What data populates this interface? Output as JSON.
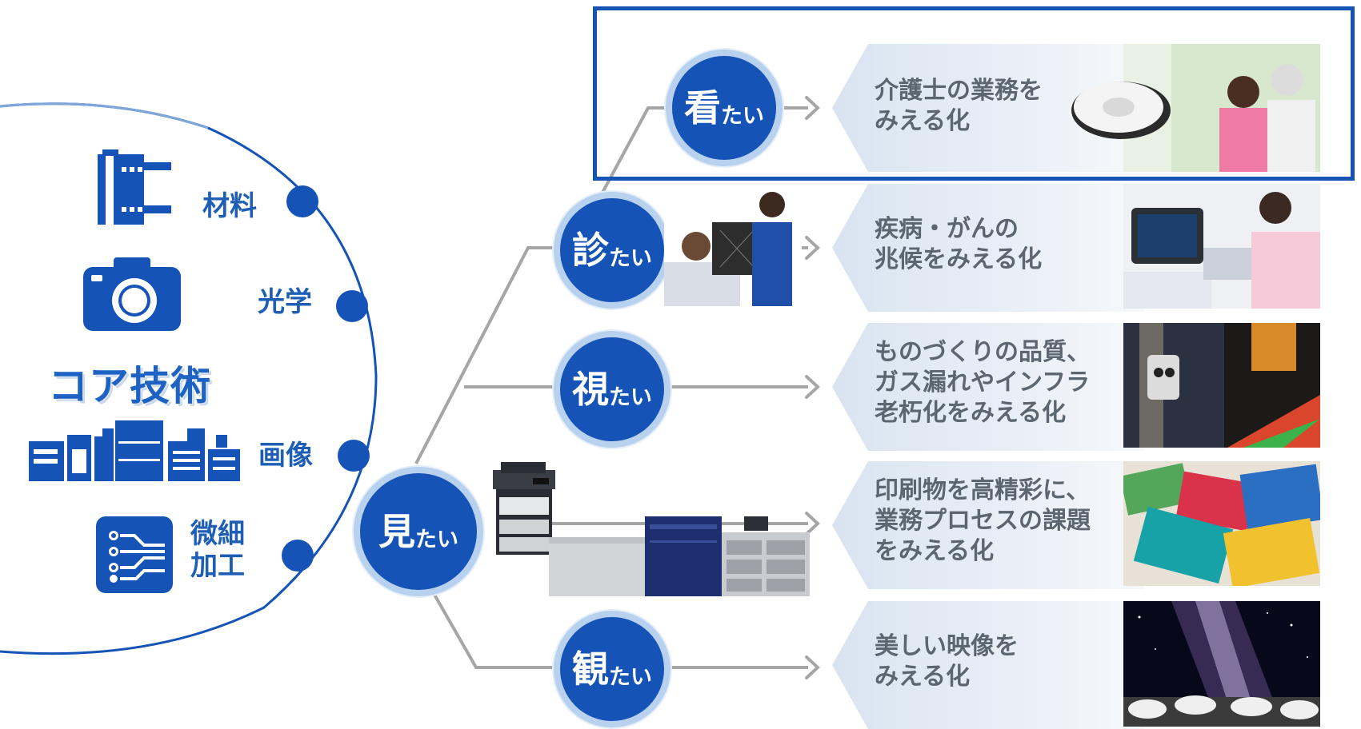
{
  "core": {
    "title": "コア技術",
    "techs": [
      {
        "label": "材料",
        "icon": "film-roll-icon"
      },
      {
        "label": "光学",
        "icon": "camera-icon"
      },
      {
        "label": "画像",
        "icon": "office-machine-icon"
      },
      {
        "label": "微細\n加工",
        "icon": "circuit-icon"
      }
    ]
  },
  "root": {
    "kanji": "見",
    "suffix": "たい"
  },
  "branches": [
    {
      "kanji": "看",
      "suffix": "たい",
      "result": [
        "介護士の業務を",
        "みえる化"
      ]
    },
    {
      "kanji": "診",
      "suffix": "たい",
      "result": [
        "疾病・がんの",
        "兆候をみえる化"
      ]
    },
    {
      "kanji": "視",
      "suffix": "たい",
      "result": [
        "ものづくりの品質、",
        "ガス漏れやインフラ",
        "老朽化をみえる化"
      ]
    },
    {
      "kanji": "",
      "suffix": "",
      "result": [
        "印刷物を高精彩に、",
        "業務プロセスの課題",
        "をみえる化"
      ]
    },
    {
      "kanji": "観",
      "suffix": "たい",
      "result": [
        "美しい映像を",
        "みえる化"
      ]
    }
  ],
  "colors": {
    "primary": "#1553b6",
    "ring": "#b7d1ee",
    "line": "#a6a6a6",
    "text_gray": "#5c6670"
  }
}
